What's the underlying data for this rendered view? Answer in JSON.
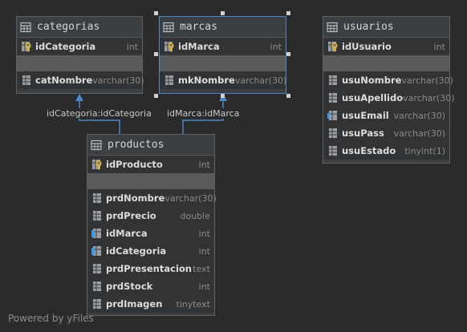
{
  "footer": {
    "text": "Powered by yFiles"
  },
  "colors": {
    "background": "#2b2b2b",
    "panel": "#3c3f41",
    "selection": "#4a88c7",
    "separator": "#5a5a5a",
    "edge": "#4a88c7"
  },
  "edges": [
    {
      "label": "idCategoria:idCategoria"
    },
    {
      "label": "idMarca:idMarca"
    }
  ],
  "entities": {
    "categorias": {
      "name": "categorias",
      "columns": [
        {
          "name": "idCategoria",
          "type": "int",
          "icon": "primary-key-icon"
        },
        {
          "separator": true
        },
        {
          "name": "catNombre",
          "type": "varchar(30)",
          "icon": "column-icon"
        }
      ]
    },
    "marcas": {
      "name": "marcas",
      "selected": true,
      "columns": [
        {
          "name": "idMarca",
          "type": "int",
          "icon": "primary-key-icon"
        },
        {
          "separator": true
        },
        {
          "name": "mkNombre",
          "type": "varchar(30)",
          "icon": "column-icon"
        }
      ]
    },
    "usuarios": {
      "name": "usuarios",
      "columns": [
        {
          "name": "idUsuario",
          "type": "int",
          "icon": "primary-key-icon"
        },
        {
          "separator": true
        },
        {
          "name": "usuNombre",
          "type": "varchar(30)",
          "icon": "column-icon"
        },
        {
          "name": "usuApellido",
          "type": "varchar(30)",
          "icon": "column-icon"
        },
        {
          "name": "usuEmail",
          "type": "varchar(30)",
          "icon": "indexed-column-icon"
        },
        {
          "name": "usuPass",
          "type": "varchar(30)",
          "icon": "column-icon"
        },
        {
          "name": "usuEstado",
          "type": "tinyint(1)",
          "icon": "column-icon"
        }
      ]
    },
    "productos": {
      "name": "productos",
      "columns": [
        {
          "name": "idProducto",
          "type": "int",
          "icon": "primary-key-icon"
        },
        {
          "separator": true
        },
        {
          "name": "prdNombre",
          "type": "varchar(30)",
          "icon": "column-icon"
        },
        {
          "name": "prdPrecio",
          "type": "double",
          "icon": "column-icon"
        },
        {
          "name": "idMarca",
          "type": "int",
          "icon": "foreign-key-icon"
        },
        {
          "name": "idCategoria",
          "type": "int",
          "icon": "foreign-key-icon"
        },
        {
          "name": "prdPresentacion",
          "type": "text",
          "icon": "column-icon"
        },
        {
          "name": "prdStock",
          "type": "int",
          "icon": "column-icon"
        },
        {
          "name": "prdImagen",
          "type": "tinytext",
          "icon": "column-icon"
        }
      ]
    }
  }
}
